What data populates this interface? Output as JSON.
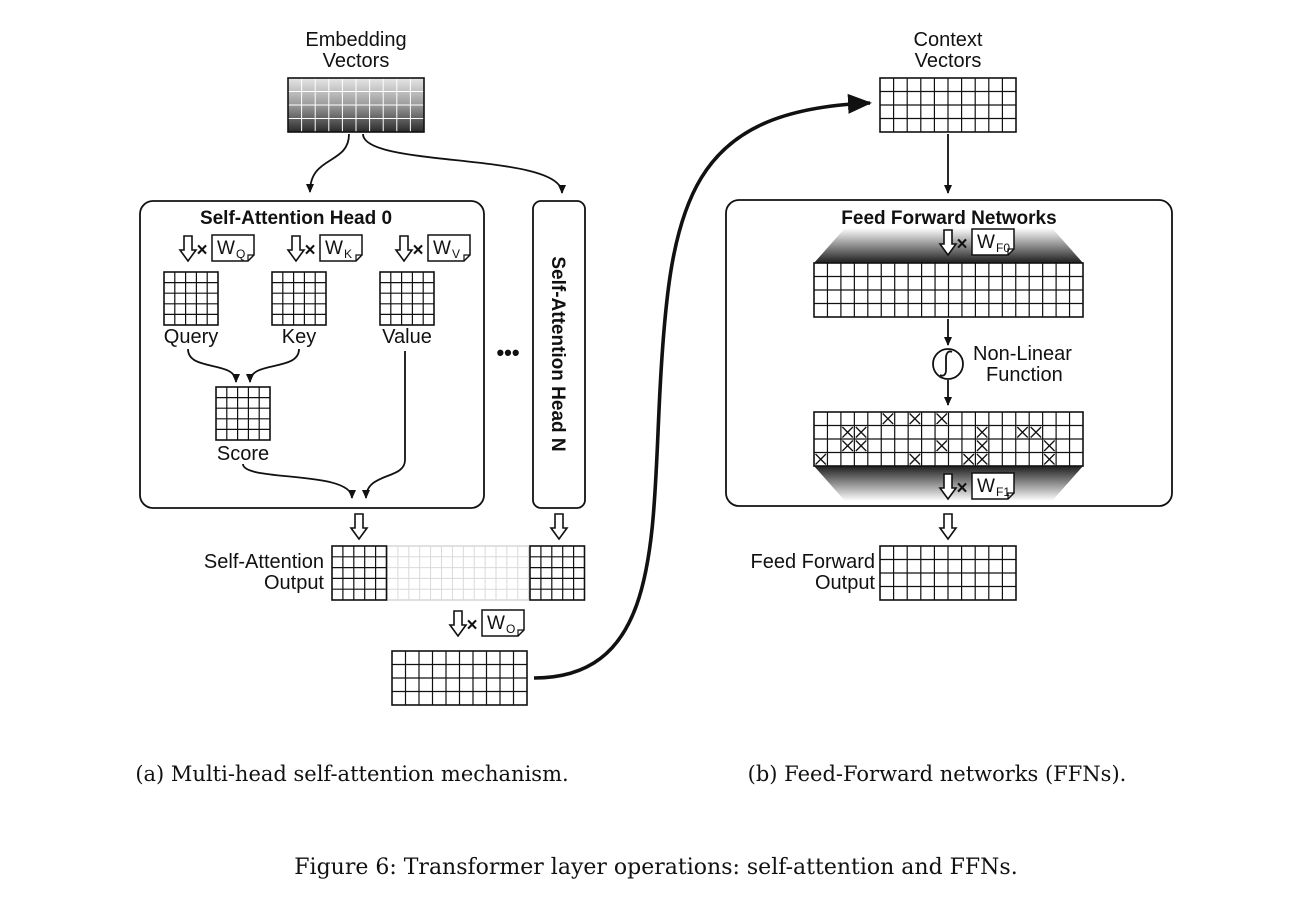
{
  "labels": {
    "embedding_line1": "Embedding",
    "embedding_line2": "Vectors",
    "context_line1": "Context",
    "context_line2": "Vectors",
    "head0_title": "Self-Attention Head 0",
    "headN_title": "Self-Attention Head N",
    "query": "Query",
    "key": "Key",
    "value": "Value",
    "score": "Score",
    "sa_output_line1": "Self-Attention",
    "sa_output_line2": "Output",
    "ffn_title": "Feed Forward Networks",
    "nonlinear_line1": "Non-Linear",
    "nonlinear_line2": "Function",
    "ff_output_line1": "Feed Forward",
    "ff_output_line2": "Output",
    "ellipsis": "•••",
    "times": "×"
  },
  "weights": {
    "wq": {
      "base": "W",
      "sub": "Q"
    },
    "wk": {
      "base": "W",
      "sub": "K"
    },
    "wv": {
      "base": "W",
      "sub": "V"
    },
    "wo": {
      "base": "W",
      "sub": "O"
    },
    "wf0": {
      "base": "W",
      "sub": "F0"
    },
    "wf1": {
      "base": "W",
      "sub": "F1"
    }
  },
  "captions": {
    "a": "(a) Multi-head self-attention mechanism.",
    "b": "(b) Feed-Forward networks (FFNs).",
    "figure": "Figure 6: Transformer layer operations: self-attention and FFNs."
  },
  "colors": {
    "ink": "#111111",
    "faint_grid": "#d9d9d9"
  }
}
